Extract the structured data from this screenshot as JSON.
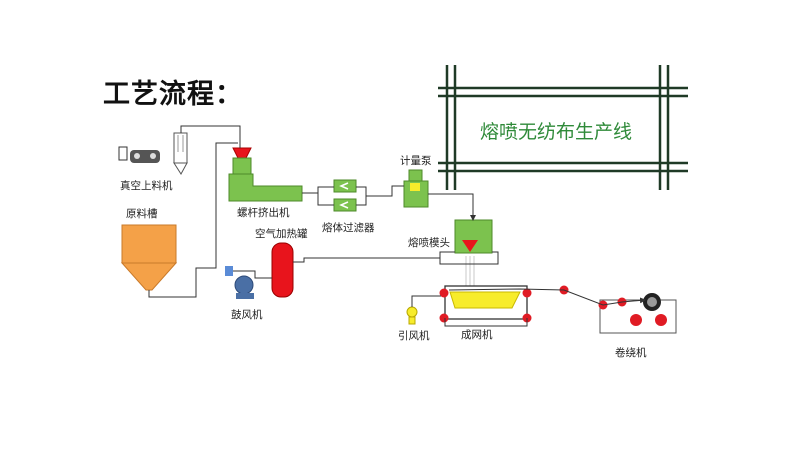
{
  "heading": "工艺流程：",
  "title_box": {
    "text": "熔喷无纺布生产线"
  },
  "labels": {
    "vacuum_loader": "真空上料机",
    "raw_material_tank": "原料槽",
    "screw_extruder": "螺杆挤出机",
    "melt_filter": "熔体过滤器",
    "metering_pump": "计量泵",
    "meltblown_die": "熔喷模头",
    "air_heating_tank": "空气加热罐",
    "blower": "鼓风机",
    "induced_draft_fan": "引风机",
    "web_former": "成网机",
    "winder": "卷绕机"
  },
  "colors": {
    "extruder_green": "#7cc24e",
    "tank_orange": "#f4a148",
    "heater_red": "#e8141c",
    "die_red": "#e8141c",
    "roller_red": "#e01b24",
    "collector_yellow": "#f7ec2b",
    "title_green": "#2f8a39",
    "frame_dark": "#1f3a26"
  }
}
